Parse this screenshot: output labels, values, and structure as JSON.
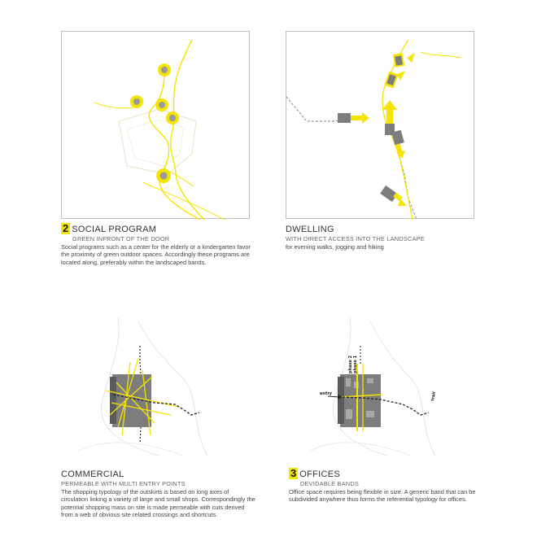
{
  "panels": [
    {
      "number": "2",
      "title": "SOCIAL PROGRAM",
      "subtitle": "GREEN INFRONT OF THE DOOR",
      "body": "Social programs such as a center for the elderly or a kindergarten favor the proximity of green outdoor spaces. Accordingly these programs are located along, preferably within the landscaped bands."
    },
    {
      "number": "",
      "title": "DWELLING",
      "subtitle": "WITH DIRECT ACCESS INTO THE LANDSCAPE",
      "body": "for evening walks, jogging and hiking"
    },
    {
      "number": "",
      "title": "COMMERCIAL",
      "subtitle": "PERMEABLE WITH MULTI ENTRY POINTS",
      "body": "The shopping typology of the outskirts is based on long axes of circulation linking a variety of large and small shops. Correspondingly the potential shopping mass on site is made permeable with cuts derived from a web of obvious site related crossings and shortcuts."
    },
    {
      "number": "3",
      "title": "OFFICES",
      "subtitle": "DEVIDABLE BANDS",
      "body": "Office space requires being flexible in size. A generic band that can be subdivided anywhere thus forms the referential typology for offices."
    }
  ],
  "diagram_labels": {
    "entry": "entry",
    "phase1": "phase 1",
    "phase2": "phase 2",
    "trail": "trail"
  },
  "colors": {
    "accent": "#f5e400",
    "block": "#7d7d7d",
    "grey": "#9a9a9a"
  }
}
